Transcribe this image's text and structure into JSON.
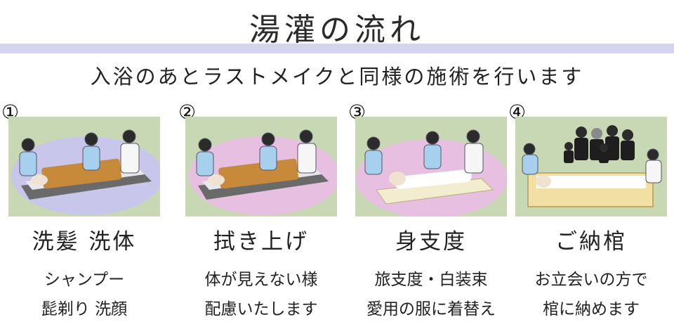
{
  "title": "湯灌の流れ",
  "subtitle": "入浴のあとラストメイクと同様の施術を行います",
  "steps": [
    {
      "number": "①",
      "label": "洗髪 洗体",
      "lines": [
        "シャンプー",
        "髭剃り 洗顔"
      ]
    },
    {
      "number": "②",
      "label": "拭き上げ",
      "lines": [
        "体が見えない様",
        "配慮いたします"
      ]
    },
    {
      "number": "③",
      "label": "身支度",
      "lines": [
        "旅支度・白装束",
        "愛用の服に着替え"
      ]
    },
    {
      "number": "④",
      "label": "ご納棺",
      "lines": [
        "お立会いの方で",
        "棺に納めます"
      ]
    }
  ],
  "colors": {
    "panel_bg": "#c9d8b4",
    "oval_blue": "#c9c6ec",
    "oval_pink": "#e7bfe0",
    "title_rule": "#d4d4f0"
  },
  "icons": [
    "bathing-illustration",
    "drying-illustration",
    "dressing-illustration",
    "encoffining-illustration"
  ]
}
